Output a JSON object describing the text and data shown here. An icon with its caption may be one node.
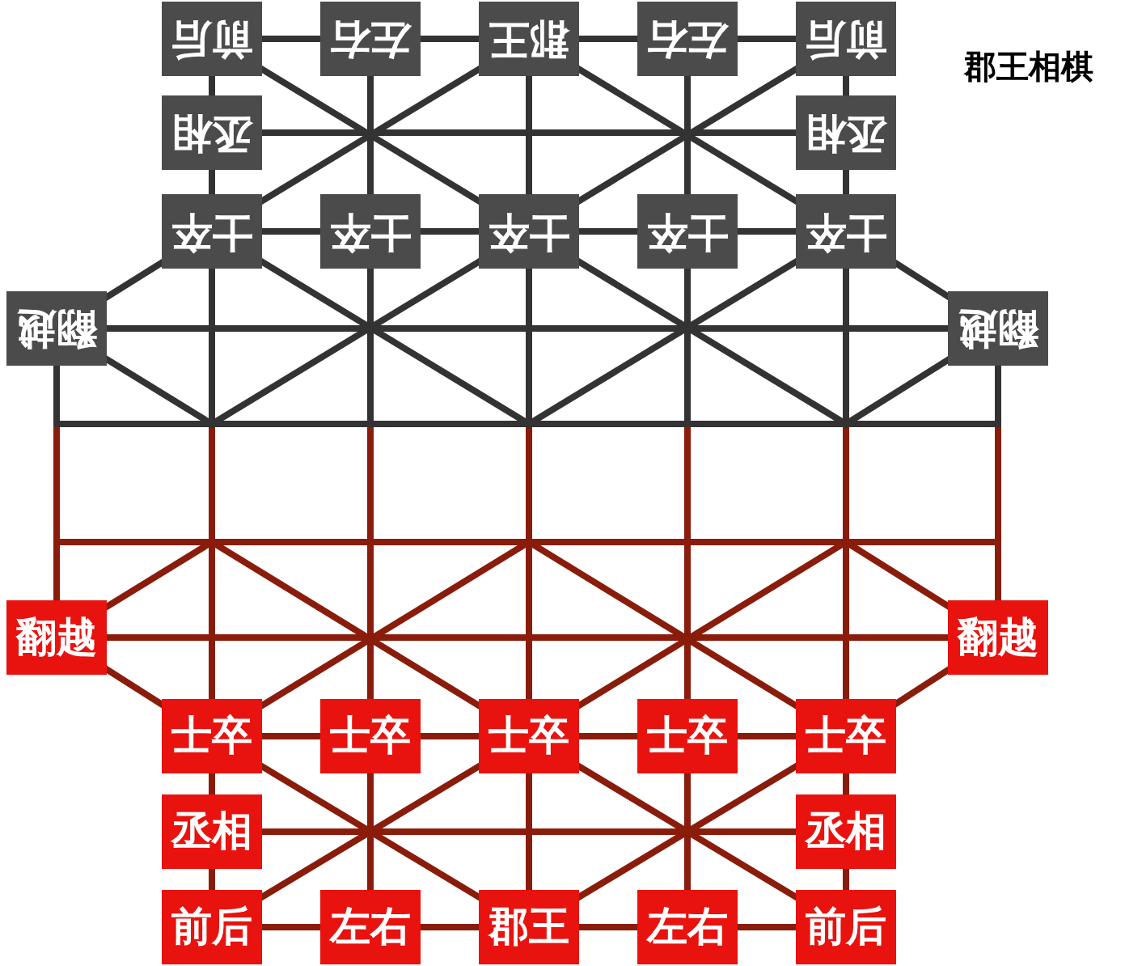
{
  "diagram": {
    "title": "郡王相棋",
    "nodes": [
      {
        "text": [
          "前后"
        ]
      },
      {
        "text": [
          "左右"
        ]
      },
      {
        "text": [
          "郡王"
        ]
      },
      {
        "text": [
          "左右"
        ]
      },
      {
        "text": [
          "前后"
        ]
      },
      {
        "text": [
          "丞相"
        ]
      },
      {
        "text": [
          "丞相"
        ]
      },
      {
        "text": [
          "士卒"
        ]
      },
      {
        "text": [
          "士卒"
        ]
      },
      {
        "text": [
          "士卒"
        ]
      },
      {
        "text": [
          "士卒"
        ]
      },
      {
        "text": [
          "士卒"
        ]
      },
      {
        "text": [
          "翻越"
        ]
      },
      {
        "text": [
          "翻越"
        ]
      },
      {
        "text": [
          "翻越"
        ]
      },
      {
        "text": [
          "翻越"
        ]
      },
      {
        "text": [
          "士卒"
        ]
      },
      {
        "text": [
          "士卒"
        ]
      },
      {
        "text": [
          "士卒"
        ]
      },
      {
        "text": [
          "士卒"
        ]
      },
      {
        "text": [
          "士卒"
        ]
      },
      {
        "text": [
          "丞相"
        ]
      },
      {
        "text": [
          "丞相"
        ]
      },
      {
        "text": [
          "前后"
        ]
      },
      {
        "text": [
          "左右"
        ]
      },
      {
        "text": [
          "郡王"
        ]
      },
      {
        "text": [
          "左右"
        ]
      },
      {
        "text": [
          "前后"
        ]
      }
    ]
  }
}
